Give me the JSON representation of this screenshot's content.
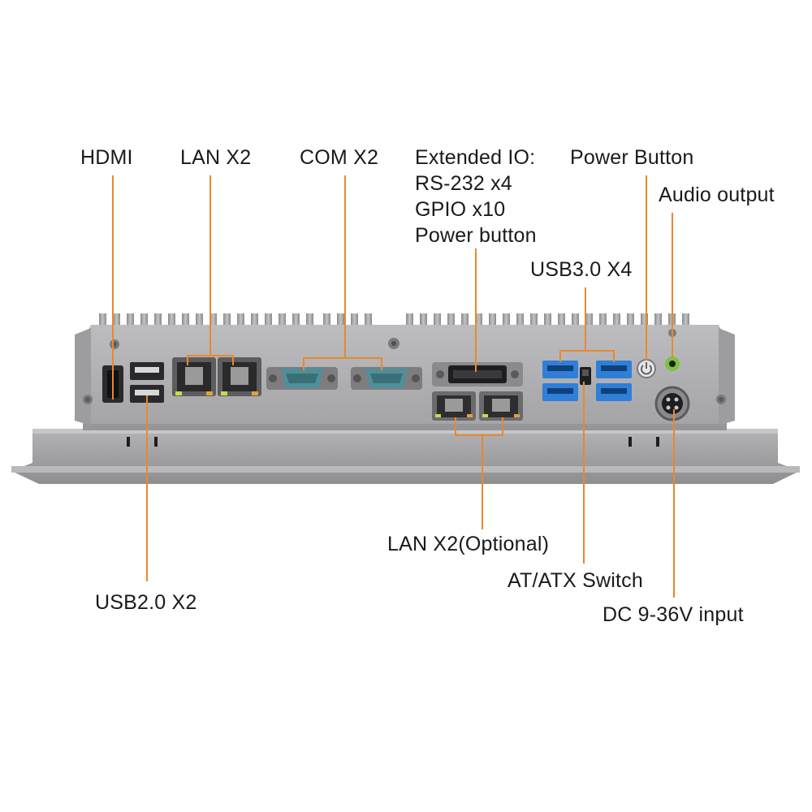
{
  "labels": {
    "hdmi": "HDMI",
    "lan_top": "LAN X2",
    "com": "COM X2",
    "extended_io": [
      "Extended IO:",
      "RS-232 x4",
      "GPIO x10",
      "Power button"
    ],
    "power_button": "Power Button",
    "audio_output": "Audio output",
    "usb30": "USB3.0 X4",
    "lan_optional": "LAN X2(Optional)",
    "atx_switch": "AT/ATX Switch",
    "dc_input": "DC 9-36V input",
    "usb20": "USB2.0 X2"
  },
  "colors": {
    "leader": "#e8892c",
    "chassis": "#a9a9ab",
    "chassis_dark": "#8c8c8f",
    "bezel": "#9b9b9e",
    "usb3_blue": "#2f7fd8",
    "com_teal": "#4f8f9a",
    "audio_green": "#7cc242"
  }
}
